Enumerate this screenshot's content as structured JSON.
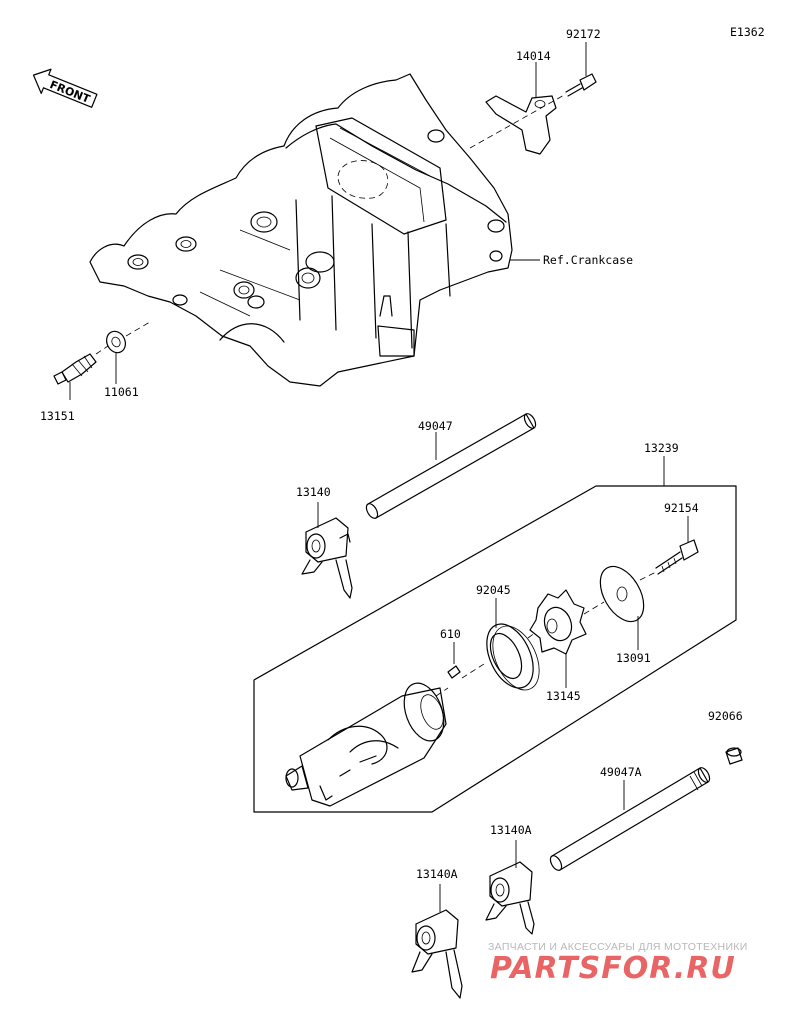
{
  "diagram_code": "E1362",
  "front_label": "FRONT",
  "ref_label": "Ref.Crankcase",
  "parts": {
    "p92172": "92172",
    "p14014": "14014",
    "p13151": "13151",
    "p11061": "11061",
    "p49047": "49047",
    "p13239": "13239",
    "p13140": "13140",
    "p92154": "92154",
    "p92045": "92045",
    "p610": "610",
    "p13091": "13091",
    "p13145": "13145",
    "p92066": "92066",
    "p49047A": "49047A",
    "p13140A_1": "13140A",
    "p13140A_2": "13140A"
  },
  "watermark": {
    "tagline": "ЗАПЧАСТИ И АКСЕССУАРЫ ДЛЯ МОТОТЕХНИКИ",
    "logo": "PARTSFOR.RU"
  }
}
